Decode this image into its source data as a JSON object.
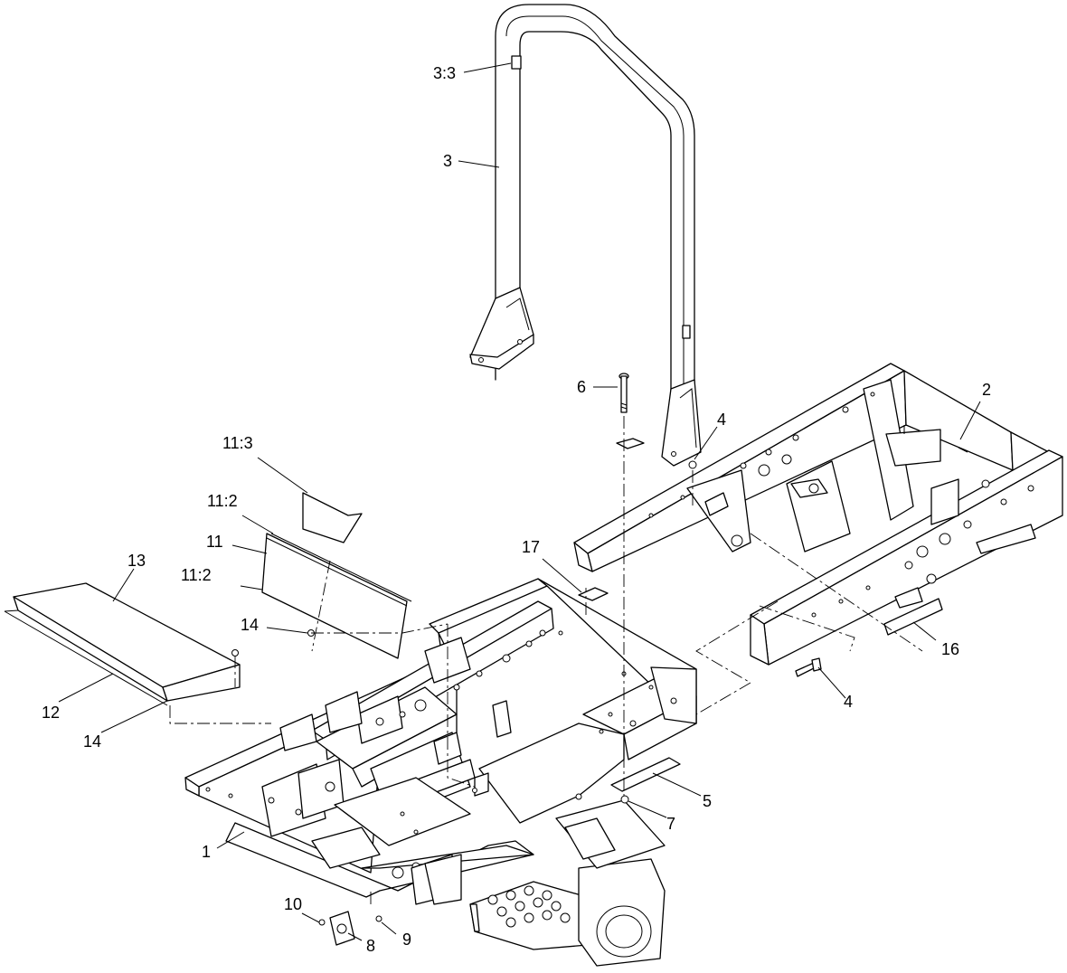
{
  "callouts": {
    "c3_3": "3:3",
    "c3": "3",
    "c6": "6",
    "c4_top": "4",
    "c2": "2",
    "c11_3": "11:3",
    "c11_2_top": "11:2",
    "c11": "11",
    "c11_2_bottom": "11:2",
    "c13": "13",
    "c17": "17",
    "c14_top": "14",
    "c16": "16",
    "c4_bottom": "4",
    "c12": "12",
    "c14_bottom": "14",
    "c5": "5",
    "c7": "7",
    "c1": "1",
    "c10": "10",
    "c9": "9",
    "c8": "8"
  }
}
